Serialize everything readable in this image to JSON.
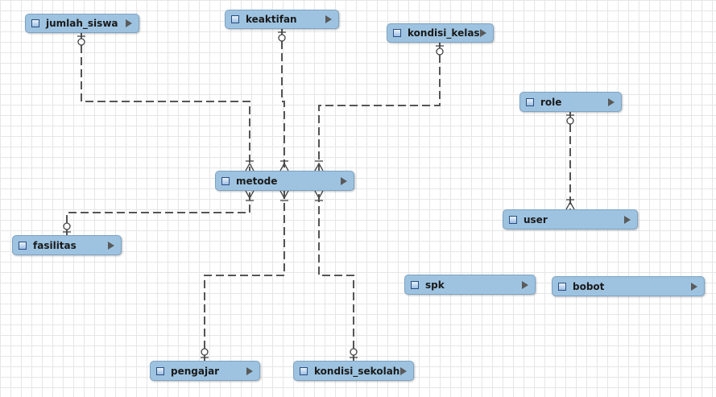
{
  "diagram": {
    "entities": [
      {
        "id": "jumlah_siswa",
        "label": "jumlah_siswa"
      },
      {
        "id": "keaktifan",
        "label": "keaktifan"
      },
      {
        "id": "kondisi_kelas",
        "label": "kondisi_kelas"
      },
      {
        "id": "role",
        "label": "role"
      },
      {
        "id": "metode",
        "label": "metode"
      },
      {
        "id": "user",
        "label": "user"
      },
      {
        "id": "fasilitas",
        "label": "fasilitas"
      },
      {
        "id": "spk",
        "label": "spk"
      },
      {
        "id": "bobot",
        "label": "bobot"
      },
      {
        "id": "pengajar",
        "label": "pengajar"
      },
      {
        "id": "kondisi_sekolah",
        "label": "kondisi_sekolah"
      }
    ],
    "relationships": [
      {
        "from": "jumlah_siswa",
        "to": "metode",
        "from_end": "one-optional",
        "to_end": "many-mandatory"
      },
      {
        "from": "keaktifan",
        "to": "metode",
        "from_end": "one-optional",
        "to_end": "many-mandatory"
      },
      {
        "from": "kondisi_kelas",
        "to": "metode",
        "from_end": "one-optional",
        "to_end": "many-mandatory"
      },
      {
        "from": "role",
        "to": "user",
        "from_end": "one-optional",
        "to_end": "many-mandatory"
      },
      {
        "from": "fasilitas",
        "to": "metode",
        "from_end": "one-optional",
        "to_end": "many-mandatory"
      },
      {
        "from": "pengajar",
        "to": "metode",
        "from_end": "one-optional",
        "to_end": "many-mandatory"
      },
      {
        "from": "kondisi_sekolah",
        "to": "metode",
        "from_end": "one-optional",
        "to_end": "many-mandatory"
      }
    ],
    "icons": {
      "table": "table-icon",
      "expand": "expand-arrow-icon"
    },
    "colors": {
      "entity_fill": "#9dc3e0",
      "line": "#555555",
      "grid": "#e6e6e6"
    }
  }
}
